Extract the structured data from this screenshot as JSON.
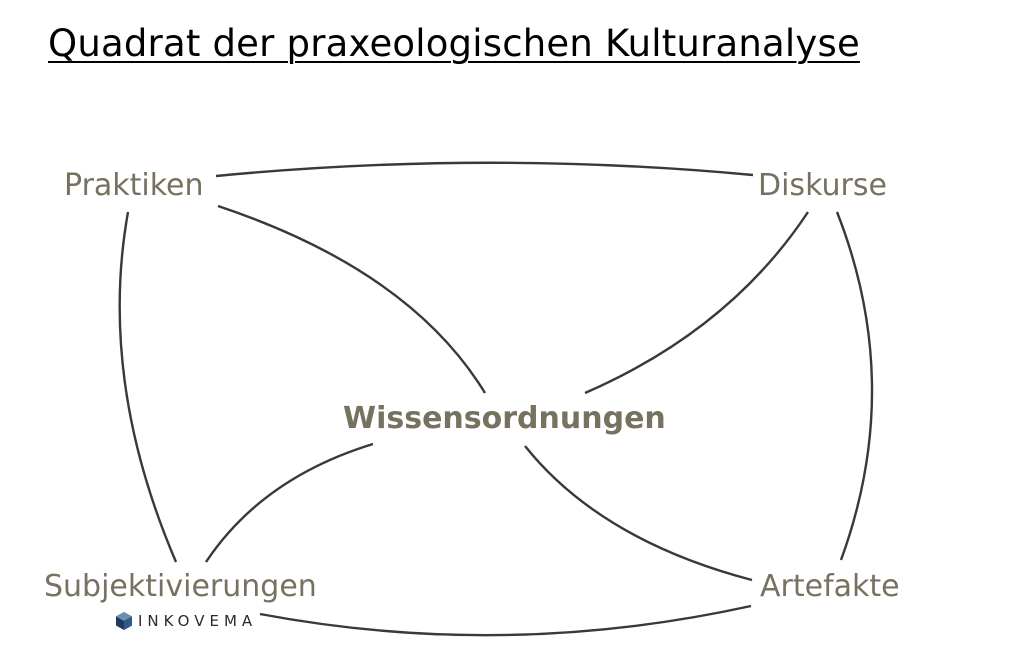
{
  "title": "Quadrat der praxeologischen Kulturanalyse",
  "nodes": {
    "praktiken": "Praktiken",
    "diskurse": "Diskurse",
    "subjektivierungen": "Subjektivierungen",
    "artefakte": "Artefakte"
  },
  "center": "Wissensordnungen",
  "logo": {
    "text": "INKOVEMA",
    "icon": "hexagon-cube-icon"
  },
  "colors": {
    "text": "#77725f",
    "line": "#3a3a33",
    "title": "#000000",
    "logo_dark": "#1d3a5c",
    "logo_light": "#6f8fb0"
  }
}
